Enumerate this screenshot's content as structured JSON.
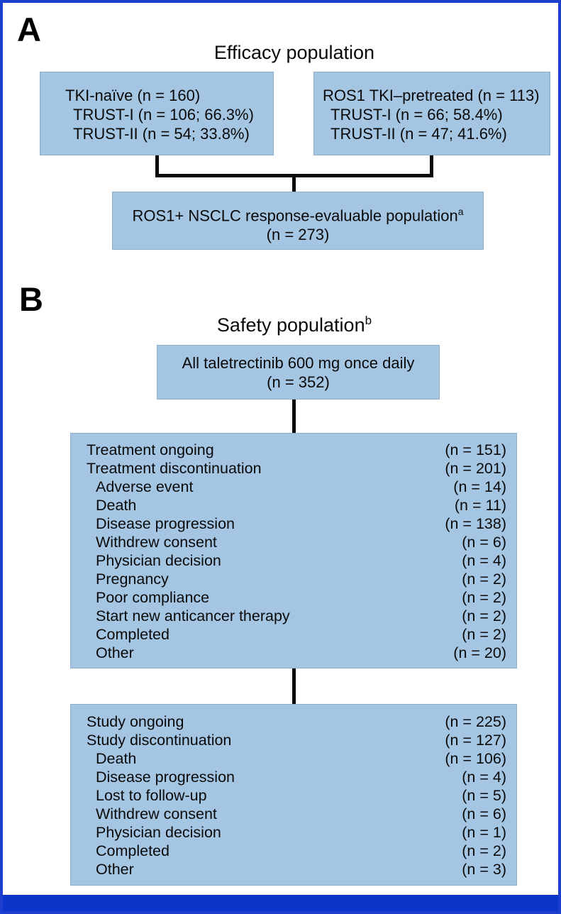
{
  "colors": {
    "box_fill": "#a5c6e3",
    "box_border": "#8fadc9",
    "page_border": "#1c3fd0",
    "bottom_bar": "#0b34c9",
    "connector": "#0b0b0b"
  },
  "panel_a": {
    "label": "A",
    "title": "Efficacy population",
    "tki_naive_box": {
      "lines": [
        "TKI-naïve (n = 160)",
        "TRUST-I (n = 106; 66.3%)",
        "TRUST-II (n = 54; 33.8%)"
      ]
    },
    "pretreated_box": {
      "lines": [
        "ROS1 TKI–pretreated (n = 113)",
        "TRUST-I (n = 66; 58.4%)",
        "TRUST-II (n = 47; 41.6%)"
      ]
    },
    "evaluable_box": {
      "line1": "ROS1+ NSCLC response-evaluable population",
      "superscript": "a",
      "line2": "(n = 273)"
    }
  },
  "panel_b": {
    "label": "B",
    "title": "Safety population",
    "title_superscript": "b",
    "dose_box": {
      "line1": "All taletrectinib 600 mg once daily",
      "line2": "(n = 352)"
    },
    "treatment_box": {
      "rows": [
        {
          "label": "Treatment ongoing",
          "value": "(n = 151)",
          "indent": false
        },
        {
          "label": "Treatment discontinuation",
          "value": "(n = 201)",
          "indent": false
        },
        {
          "label": "Adverse event",
          "value": "(n = 14)",
          "indent": true
        },
        {
          "label": "Death",
          "value": "(n = 11)",
          "indent": true
        },
        {
          "label": "Disease progression",
          "value": "(n = 138)",
          "indent": true
        },
        {
          "label": "Withdrew consent",
          "value": "(n = 6)",
          "indent": true
        },
        {
          "label": "Physician decision",
          "value": "(n = 4)",
          "indent": true
        },
        {
          "label": "Pregnancy",
          "value": "(n = 2)",
          "indent": true
        },
        {
          "label": "Poor compliance",
          "value": "(n = 2)",
          "indent": true
        },
        {
          "label": "Start new anticancer therapy",
          "value": "(n = 2)",
          "indent": true
        },
        {
          "label": "Completed",
          "value": "(n = 2)",
          "indent": true
        },
        {
          "label": "Other",
          "value": "(n = 20)",
          "indent": true
        }
      ]
    },
    "study_box": {
      "rows": [
        {
          "label": "Study ongoing",
          "value": "(n = 225)",
          "indent": false
        },
        {
          "label": "Study discontinuation",
          "value": "(n = 127)",
          "indent": false
        },
        {
          "label": "Death",
          "value": "(n = 106)",
          "indent": true
        },
        {
          "label": "Disease progression",
          "value": "(n = 4)",
          "indent": true
        },
        {
          "label": "Lost to follow-up",
          "value": "(n = 5)",
          "indent": true
        },
        {
          "label": "Withdrew consent",
          "value": "(n = 6)",
          "indent": true
        },
        {
          "label": "Physician decision",
          "value": "(n = 1)",
          "indent": true
        },
        {
          "label": "Completed",
          "value": "(n = 2)",
          "indent": true
        },
        {
          "label": "Other",
          "value": "(n = 3)",
          "indent": true
        }
      ]
    }
  }
}
